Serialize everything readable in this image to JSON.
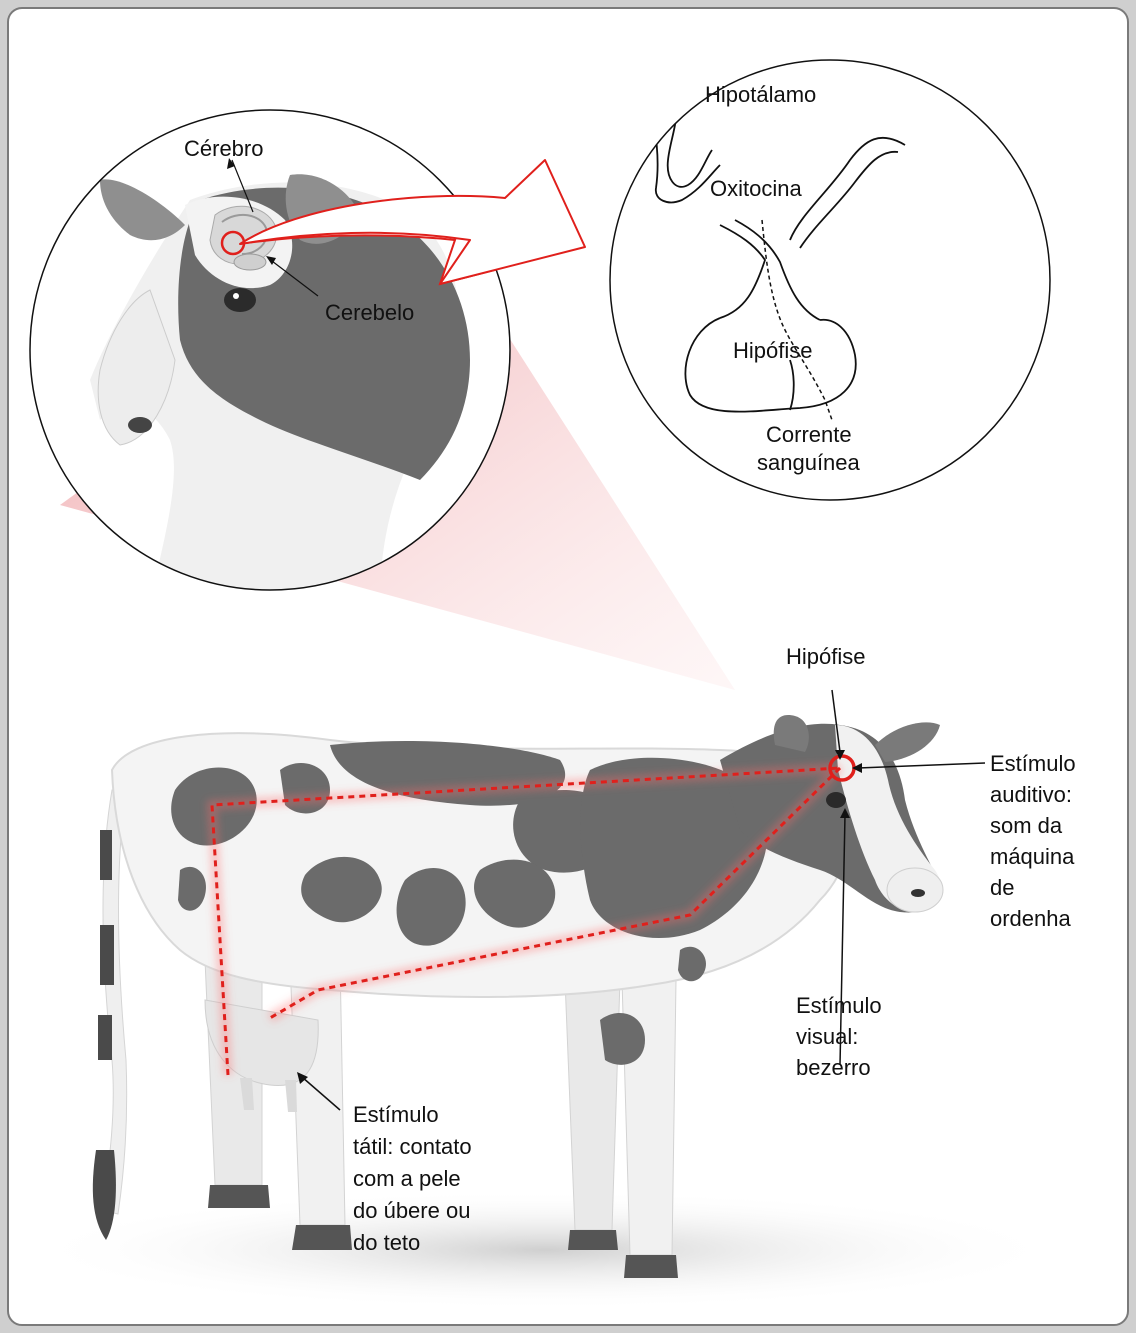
{
  "colors": {
    "highlight": "#e0201c",
    "cow_spot": "#6b6b6b",
    "cow_body": "#f4f4f4",
    "frame": "#7a7a7a"
  },
  "head_inset": {
    "cerebro": "Cérebro",
    "cerebelo": "Cerebelo"
  },
  "brain_inset": {
    "hipotalamo": "Hipotálamo",
    "oxitocina": "Oxitocina",
    "hipofise": "Hipófise",
    "corrente": [
      "Corrente",
      "sanguínea"
    ]
  },
  "cow": {
    "hipofise": "Hipófise",
    "auditivo": [
      "Estímulo",
      "auditivo:",
      "som da",
      "máquina",
      "de",
      "ordenha"
    ],
    "visual": [
      "Estímulo",
      "visual:",
      "bezerro"
    ],
    "tatil": [
      "Estímulo",
      "tátil: contato",
      "com a pele",
      "do úbere ou",
      "do teto"
    ]
  }
}
